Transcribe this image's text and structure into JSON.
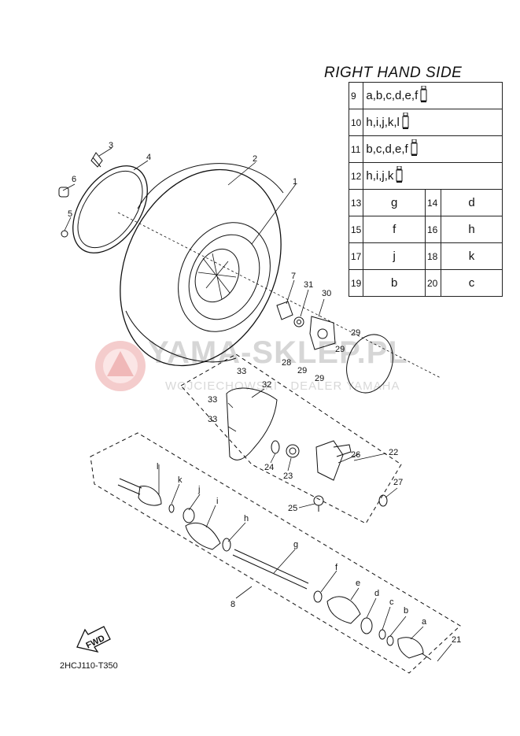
{
  "title": "RIGHT HAND SIDE",
  "figure_code": "2HCJ110-T350",
  "fwd_label": "FWD",
  "watermark": {
    "main": "YAMA-SKLEP.PL",
    "sub": "WOJCIECHOWSKI - DEALER YAMAHA"
  },
  "legend_full_rows": [
    {
      "num": "9",
      "codes": "a,b,c,d,e,f"
    },
    {
      "num": "10",
      "codes": "h,i,j,k,l"
    },
    {
      "num": "11",
      "codes": "b,c,d,e,f"
    },
    {
      "num": "12",
      "codes": "h,i,j,k"
    }
  ],
  "legend_pair_rows": [
    {
      "num1": "13",
      "val1": "g",
      "num2": "14",
      "val2": "d"
    },
    {
      "num1": "15",
      "val1": "f",
      "num2": "16",
      "val2": "h"
    },
    {
      "num1": "17",
      "val1": "j",
      "num2": "18",
      "val2": "k"
    },
    {
      "num1": "19",
      "val1": "b",
      "num2": "20",
      "val2": "c"
    }
  ],
  "callouts": {
    "p1": "1",
    "p2": "2",
    "p3": "3",
    "p4": "4",
    "p5": "5",
    "p6": "6",
    "p7": "7",
    "p8": "8",
    "p21": "21",
    "p22": "22",
    "p23": "23",
    "p24": "24",
    "p25": "25",
    "p26": "26",
    "p27": "27",
    "p28": "28",
    "p29a": "29",
    "p29b": "29",
    "p29c": "29",
    "p29d": "29",
    "p30": "30",
    "p31": "31",
    "p32": "32",
    "p33a": "33",
    "p33b": "33",
    "p33c": "33",
    "la": "a",
    "lb": "b",
    "lc": "c",
    "ld": "d",
    "le": "e",
    "lf": "f",
    "lg": "g",
    "lh": "h",
    "li": "i",
    "lj": "j",
    "lk": "k",
    "ll": "l"
  }
}
